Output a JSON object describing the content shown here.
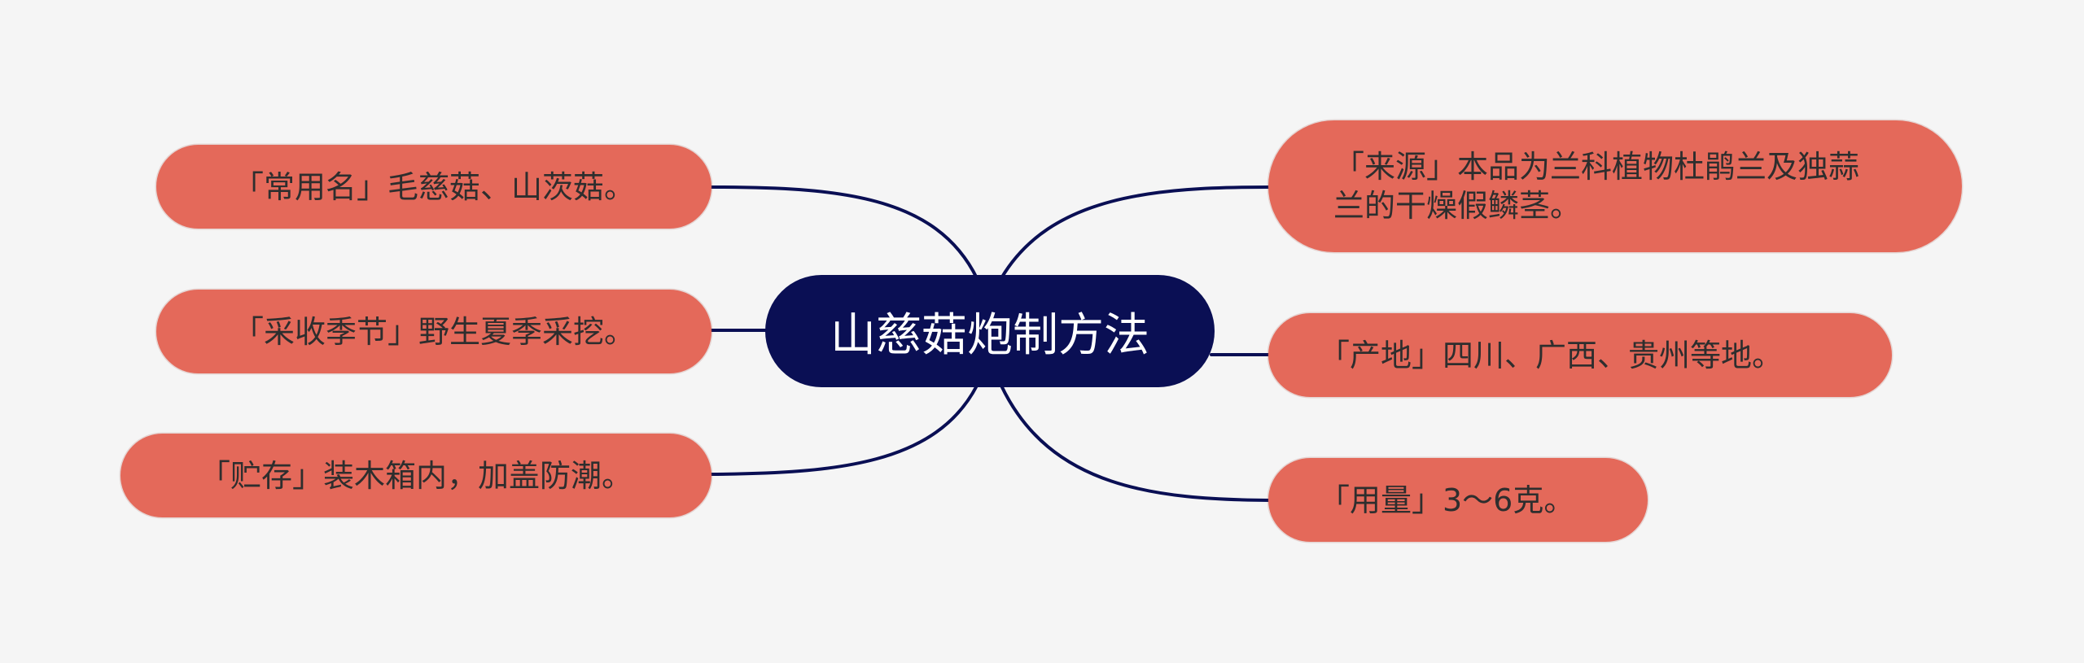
{
  "title": "山慈菇炮制方法",
  "colors": {
    "background": "#f5f5f5",
    "center_fill": "#0a0f54",
    "center_text": "#ffffff",
    "node_fill": "#e4695a",
    "node_text": "#2e2e2e",
    "connector": "#0a0f54"
  },
  "branches": {
    "common_name": "「常用名」毛慈菇、山茨菇。",
    "harvest": "「采收季节」野生夏季采挖。",
    "storage": "「贮存」装木箱内，加盖防潮。",
    "source": "「来源」本品为兰科植物杜鹃兰及独蒜兰的干燥假鳞茎。",
    "origin": "「产地」四川、广西、贵州等地。",
    "dosage": "「用量」3～6克。"
  }
}
